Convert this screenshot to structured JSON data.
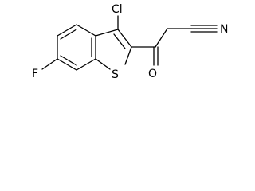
{
  "molecule": {
    "atoms": {
      "chlorine": "Cl",
      "fluorine": "F",
      "sulfur": "S",
      "oxygen": "O",
      "nitrogen": "N"
    },
    "colors": {
      "line": "#000000",
      "background": "#ffffff"
    }
  }
}
